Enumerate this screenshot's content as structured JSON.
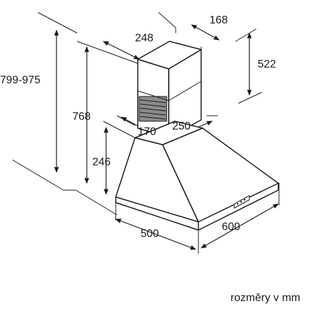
{
  "dimensions": {
    "total_height": "799-975",
    "chimney_height": "768",
    "chimney_upper_height": "522",
    "chimney_width": "248",
    "chimney_depth": "168",
    "chimney_bottom_width": "170",
    "chimney_bottom_depth": "250",
    "canopy_height": "246",
    "hood_width": "500",
    "hood_depth": "600"
  },
  "caption": "rozměry v mm",
  "colors": {
    "line": "#1a1a1a",
    "shading": "#7a7a7a"
  }
}
